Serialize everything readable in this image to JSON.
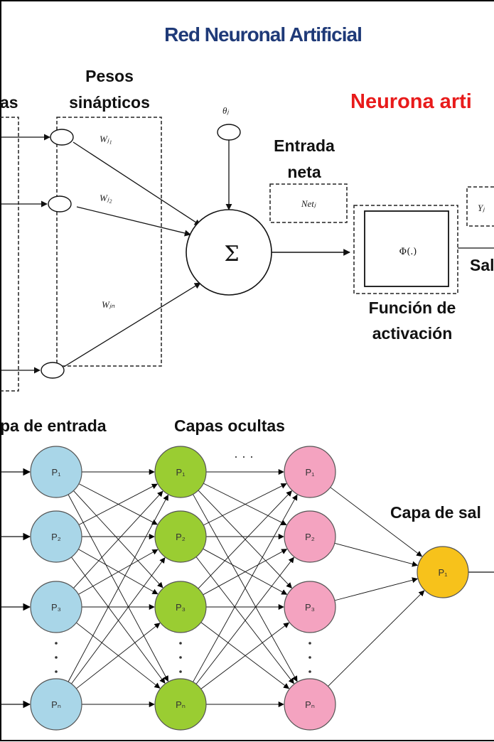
{
  "title": "Red Neuronal Artificial",
  "top": {
    "entradas_fragment": "as",
    "pesos_line1": "Pesos",
    "pesos_line2": "sinápticos",
    "neurona_title": "Neurona arti",
    "theta": "θⱼ",
    "weights": [
      "Wⱼ₁",
      "Wⱼ₂",
      "Wⱼₙ"
    ],
    "sigma": "Σ",
    "entrada_line1": "Entrada",
    "entrada_line2": "neta",
    "net": "Netⱼ",
    "output": "Yⱼ",
    "phi": "Φ(.)",
    "salida_fragment": "Sal",
    "funcion_line1": "Función de",
    "funcion_line2": "activación"
  },
  "bottom": {
    "input_label": "pa de entrada",
    "hidden_label": "Capas ocultas",
    "output_label": "Capa de sal",
    "dots": "· · ·",
    "input_nodes": [
      "P₁",
      "P₂",
      "P₃",
      "Pₙ"
    ],
    "hidden1_nodes": [
      "P₁",
      "P₂",
      "P₃",
      "Pₙ"
    ],
    "hidden2_nodes": [
      "P₁",
      "P₂",
      "P₃",
      "Pₙ"
    ],
    "output_nodes": [
      "P₁"
    ],
    "colors": {
      "input": "#a9d6e8",
      "hidden1": "#9acd32",
      "hidden2": "#f4a3c0",
      "output": "#f7c21b"
    }
  }
}
